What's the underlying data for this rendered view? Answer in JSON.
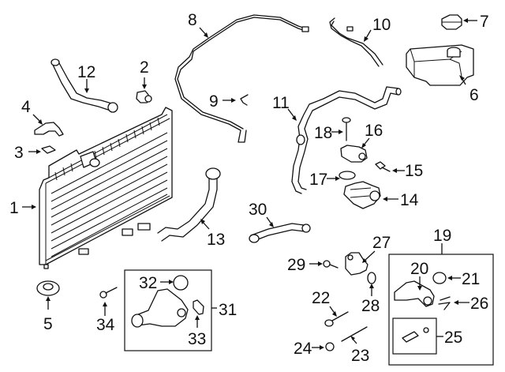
{
  "diagram": {
    "type": "exploded-parts-diagram",
    "subject": "Engine cooling system — radiator, hoses, reservoir, water outlets",
    "callouts": [
      {
        "id": "1",
        "label": "1",
        "part": "radiator"
      },
      {
        "id": "2",
        "label": "2",
        "part": "sensor"
      },
      {
        "id": "3",
        "label": "3",
        "part": "nut-clip"
      },
      {
        "id": "4",
        "label": "4",
        "part": "bracket"
      },
      {
        "id": "5",
        "label": "5",
        "part": "insulator"
      },
      {
        "id": "6",
        "label": "6",
        "part": "reservoir-tank"
      },
      {
        "id": "7",
        "label": "7",
        "part": "reservoir-cap"
      },
      {
        "id": "8",
        "label": "8",
        "part": "overflow-hose"
      },
      {
        "id": "9",
        "label": "9",
        "part": "clip"
      },
      {
        "id": "10",
        "label": "10",
        "part": "vent-hose"
      },
      {
        "id": "11",
        "label": "11",
        "part": "bypass-hose"
      },
      {
        "id": "12",
        "label": "12",
        "part": "upper-hose"
      },
      {
        "id": "13",
        "label": "13",
        "part": "lower-hose"
      },
      {
        "id": "14",
        "label": "14",
        "part": "water-outlet"
      },
      {
        "id": "15",
        "label": "15",
        "part": "bolt"
      },
      {
        "id": "16",
        "label": "16",
        "part": "valve"
      },
      {
        "id": "17",
        "label": "17",
        "part": "clamp"
      },
      {
        "id": "18",
        "label": "18",
        "part": "bolt"
      },
      {
        "id": "19",
        "label": "19",
        "part": "thermostat-housing-assembly"
      },
      {
        "id": "20",
        "label": "20",
        "part": "housing"
      },
      {
        "id": "21",
        "label": "21",
        "part": "o-ring"
      },
      {
        "id": "22",
        "label": "22",
        "part": "bolt"
      },
      {
        "id": "23",
        "label": "23",
        "part": "stud"
      },
      {
        "id": "24",
        "label": "24",
        "part": "nut"
      },
      {
        "id": "25",
        "label": "25",
        "part": "temperature-sensor"
      },
      {
        "id": "26",
        "label": "26",
        "part": "clip"
      },
      {
        "id": "27",
        "label": "27",
        "part": "connector"
      },
      {
        "id": "28",
        "label": "28",
        "part": "gasket"
      },
      {
        "id": "29",
        "label": "29",
        "part": "bolt"
      },
      {
        "id": "30",
        "label": "30",
        "part": "pipe"
      },
      {
        "id": "31",
        "label": "31",
        "part": "thermostat-assembly"
      },
      {
        "id": "32",
        "label": "32",
        "part": "seal"
      },
      {
        "id": "33",
        "label": "33",
        "part": "gasket"
      },
      {
        "id": "34",
        "label": "34",
        "part": "bolt"
      }
    ]
  }
}
